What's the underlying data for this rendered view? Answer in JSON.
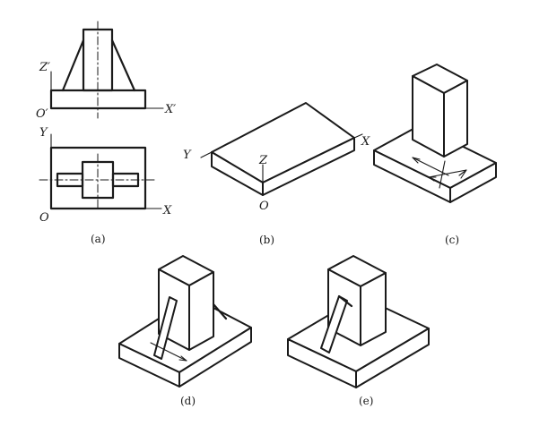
{
  "panels": {
    "a": {
      "caption": "(a)",
      "axes": {
        "z_prime": "Z′",
        "o_prime": "O′",
        "x_prime": "X′",
        "y": "Y",
        "o": "O",
        "x": "X"
      }
    },
    "b": {
      "caption": "(b)",
      "axes": {
        "y": "Y",
        "z": "Z",
        "x": "X",
        "o": "O"
      }
    },
    "c": {
      "caption": "(c)"
    },
    "d": {
      "caption": "(d)"
    },
    "e": {
      "caption": "(e)"
    }
  }
}
